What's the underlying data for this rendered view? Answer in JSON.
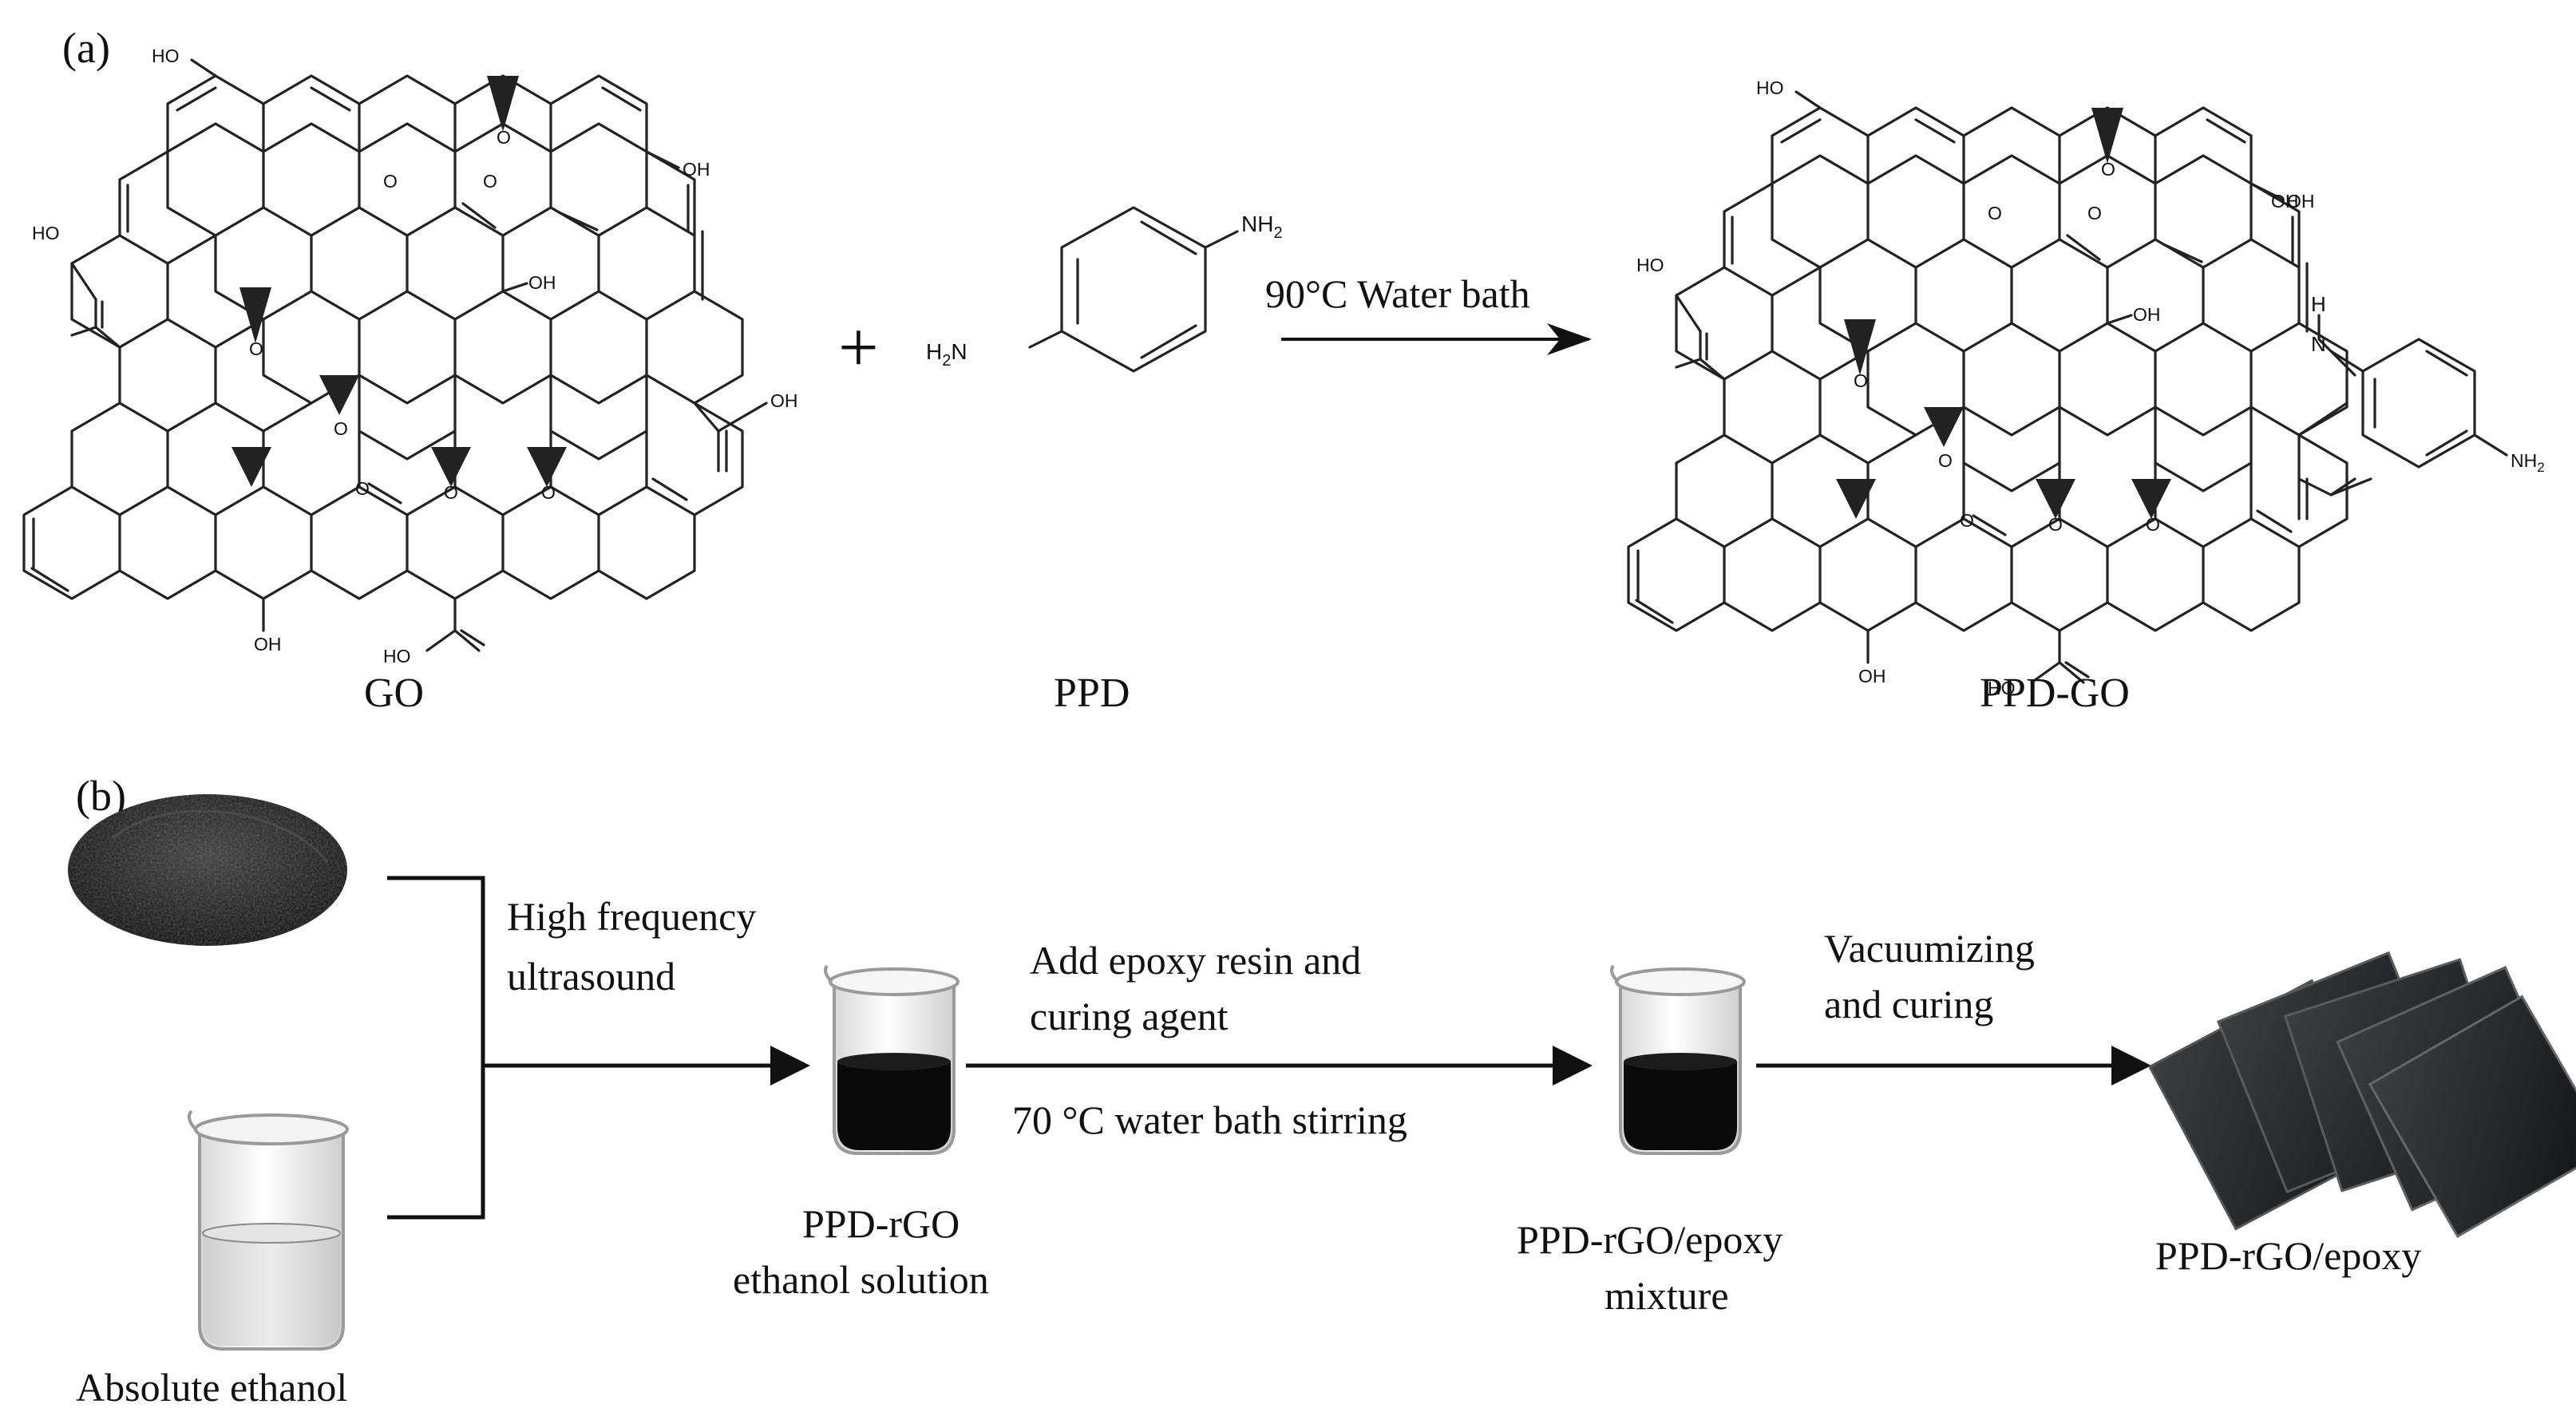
{
  "panel_a": {
    "label": "(a)",
    "plus": "+",
    "reaction_condition": "90°C Water bath",
    "go": {
      "name": "GO",
      "groups": {
        "oh": "OH",
        "ho": "HO",
        "o": "O",
        "cooh_oh": "OH",
        "cooh_ho": "HO"
      }
    },
    "ppd": {
      "name": "PPD",
      "nh2_top": "NH",
      "nh2_top_sub": "2",
      "nh2_left": "H",
      "nh2_left_sub": "2",
      "nh2_left_n": "N"
    },
    "ppd_go": {
      "name": "PPD-GO",
      "amide_h": "H",
      "amide_n": "N",
      "amine": "NH",
      "amine_sub": "2"
    }
  },
  "panel_b": {
    "label": "(b)",
    "steps": {
      "step1_line1": "High frequency",
      "step1_line2": "ultrasound",
      "step2_line1": "Add epoxy resin and",
      "step2_line2": "curing agent",
      "step2_below": "70 °C water bath stirring",
      "step3_line1": "Vacuumizing",
      "step3_line2": "and curing"
    },
    "materials": {
      "ethanol": "Absolute ethanol",
      "solution_line1": "PPD-rGO",
      "solution_line2": "ethanol solution",
      "mixture_line1": "PPD-rGO/epoxy",
      "mixture_line2": "mixture",
      "product": "PPD-rGO/epoxy"
    }
  }
}
